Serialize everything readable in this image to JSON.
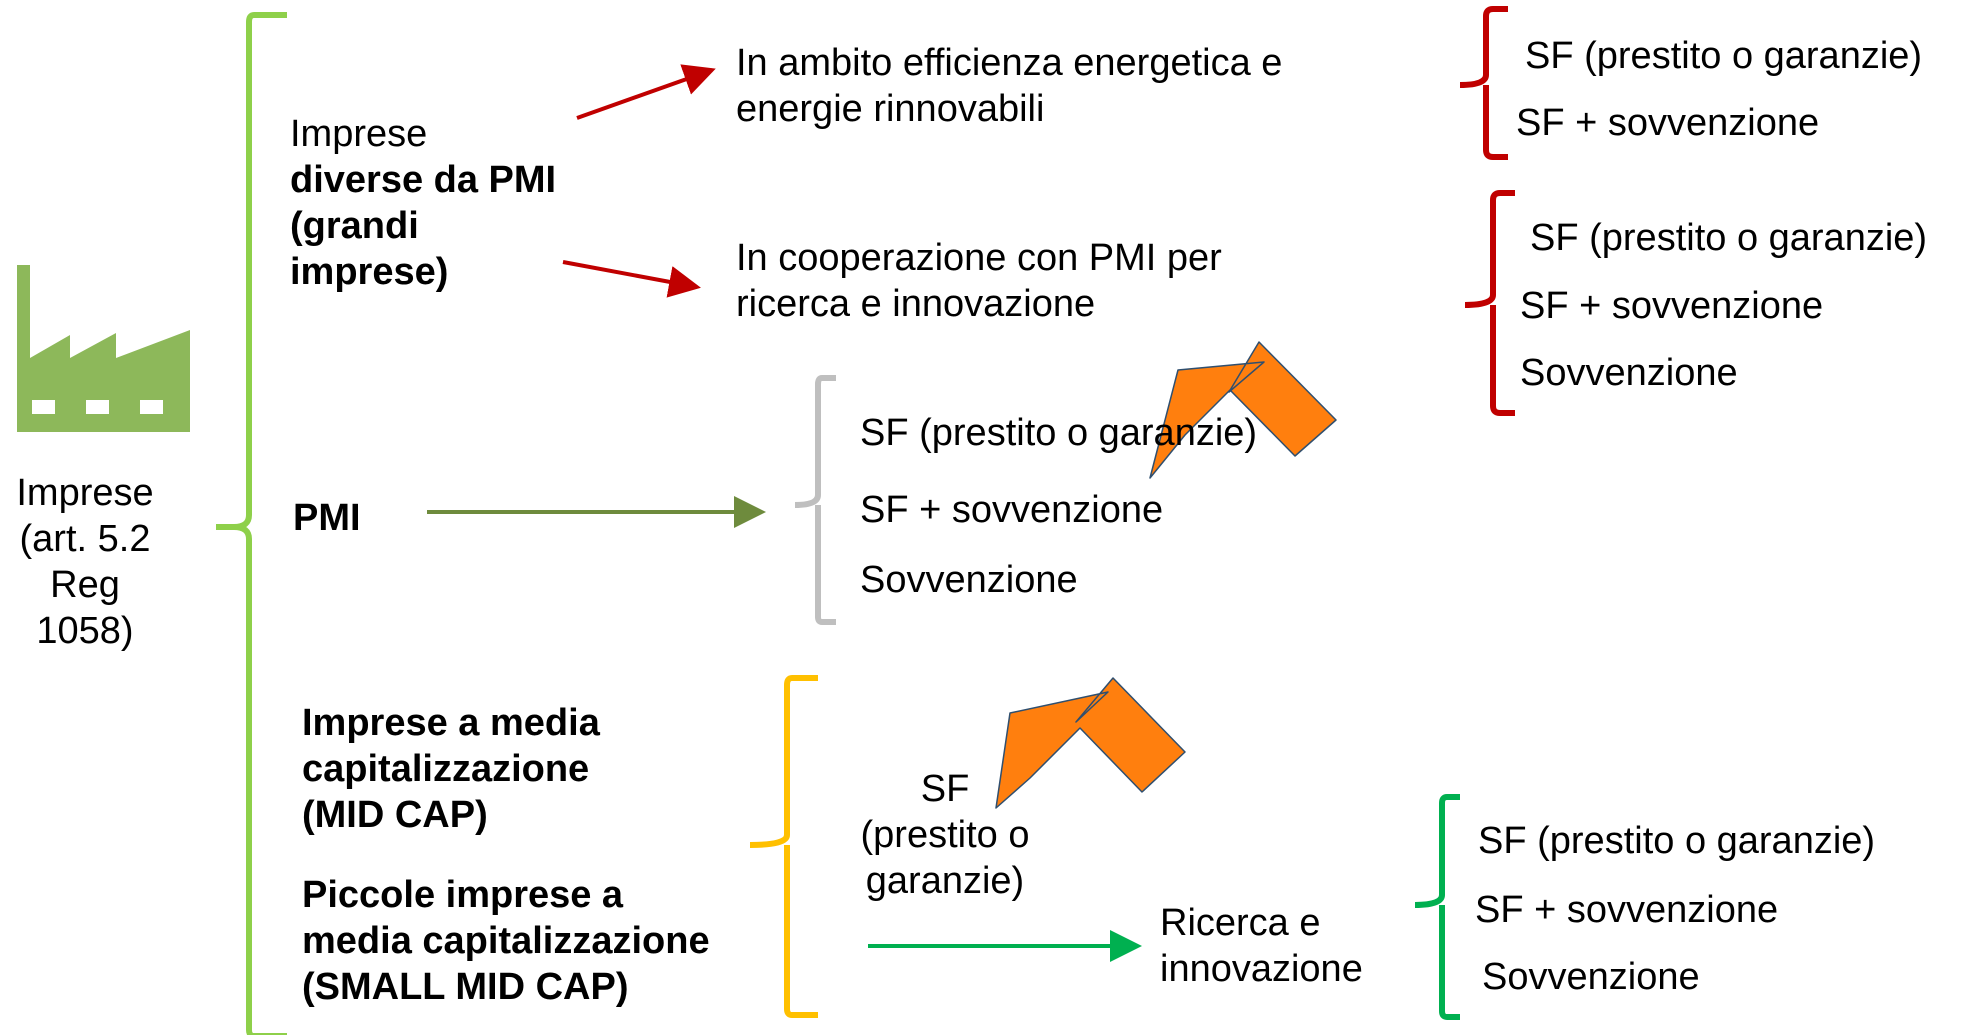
{
  "colors": {
    "main_brace": "#8ED04A",
    "large_enterprise": "#C00000",
    "pmi_brace": "#BFBFBF",
    "pmi_arrow": "#6E8B3D",
    "midcap_brace": "#FFC000",
    "research": "#00B050",
    "highlight_arrow": "#FF7F0E",
    "factory_icon": "#8DB85A"
  },
  "root": {
    "icon": "factory-icon",
    "label": [
      "Imprese",
      "(art. 5.2",
      "Reg",
      "1058)"
    ]
  },
  "large": {
    "label_plain": "Imprese",
    "label_bold": [
      "diverse da PMI",
      "(grandi",
      "imprese)"
    ],
    "energy": {
      "label": [
        "In ambito efficienza energetica e",
        "energie rinnovabili"
      ],
      "options": [
        "SF (prestito o garanzie)",
        "SF + sovvenzione"
      ]
    },
    "cooperation": {
      "label": [
        "In cooperazione con PMI per",
        "ricerca e innovazione"
      ],
      "options": [
        "SF (prestito o garanzie)",
        "SF + sovvenzione",
        "Sovvenzione"
      ]
    }
  },
  "pmi": {
    "label": "PMI",
    "options": [
      "SF (prestito o garanzie)",
      "SF + sovvenzione",
      "Sovvenzione"
    ]
  },
  "midcap": {
    "label1": [
      "Imprese a media",
      "capitalizzazione",
      "(MID CAP)"
    ],
    "label2": [
      "Piccole imprese a",
      "media capitalizzazione",
      "(SMALL MID CAP)"
    ],
    "sf": [
      "SF",
      "(prestito o",
      "garanzie)"
    ],
    "research": {
      "label": [
        "Ricerca e",
        "innovazione"
      ],
      "options": [
        "SF (prestito o garanzie)",
        "SF + sovvenzione",
        "Sovvenzione"
      ]
    }
  }
}
